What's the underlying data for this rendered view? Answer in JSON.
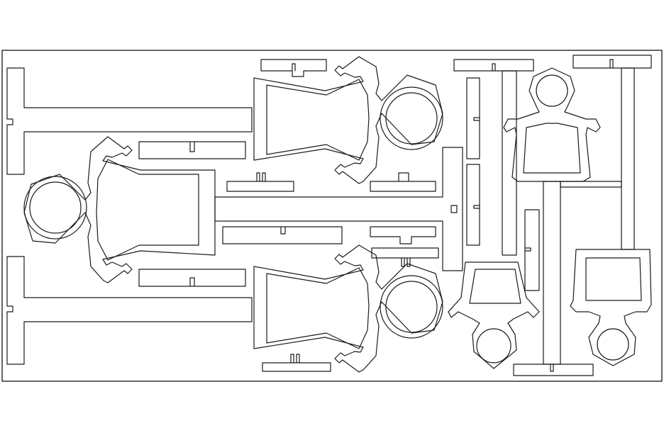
{
  "drawing": {
    "background": "#ffffff",
    "line_color": "#1a1a1a",
    "sheet_border_color": "#000000",
    "parts": [
      {
        "kind": "doll-figure",
        "orientation": "head-right",
        "count": 2
      },
      {
        "kind": "doll-figure",
        "orientation": "head-left",
        "count": 1
      },
      {
        "kind": "doll-figure",
        "orientation": "head-up",
        "count": 1
      },
      {
        "kind": "doll-figure",
        "orientation": "head-down",
        "count": 2
      },
      {
        "kind": "i-beam-stand",
        "count": 4
      },
      {
        "kind": "slotted-tab",
        "count": 14
      }
    ]
  }
}
